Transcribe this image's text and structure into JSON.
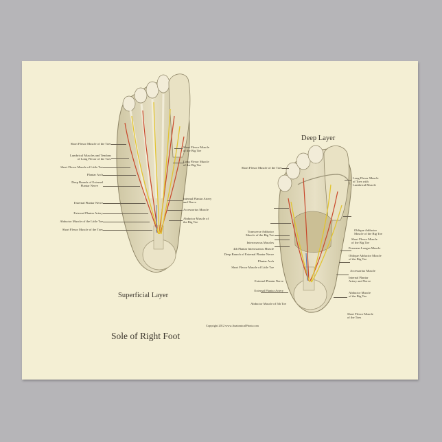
{
  "poster": {
    "title": "Sole of Right Foot",
    "copyright": "Copyright 2012 www.AnatomicalPrints.com",
    "background_color": "#f4efd4",
    "wall_color": "#b6b5b8"
  },
  "superficial": {
    "caption": "Superficial Layer",
    "left_labels": [
      "Short Flexor Muscle of the Toes",
      "Lumbrical Muscles and Tendons",
      "of Long Flexor of the Toes",
      "Short Flexor Muscle of Little Toe",
      "Plantar Arch",
      "Deep Branch of External",
      "Plantar Nerve",
      "External Plantar Nerve",
      "External Plantar Artery",
      "Abductor Muscle of the Little Toe",
      "Short Flexor Muscle of the Toes"
    ],
    "right_labels": [
      "Short Flexor Muscle",
      "of the Big Toe",
      "Long Flexor Muscle",
      "of the Big Toe",
      "Internal Plantar Artery",
      "and Nerve",
      "Accessorius Muscle",
      "Abductor Muscle of",
      "the Big Toe"
    ]
  },
  "deep": {
    "caption": "Deep Layer",
    "left_labels": [
      "Short Flexor Muscle of the Toes",
      "Transverse Adductor",
      "Muscle of the Big Toe",
      "Interosseous Muscles",
      "4th Plantar Interosseous Muscle",
      "Deep Branch of External Plantar Nerve",
      "Plantar Arch",
      "Short Flexor Muscle of Little Toe",
      "External Plantar Nerve",
      "External Plantar Artery",
      "Abductor Muscle of 5th Toe"
    ],
    "right_labels": [
      "Long Flexor Muscle",
      "of Toes with",
      "Lumbrical Muscle",
      "Oblique Adductor",
      "Muscle of the Big Toe",
      "Short Flexor Muscle",
      "of the Big Toe",
      "Peroneus Longus Muscle",
      "Oblique Adductor Muscle",
      "of the Big Toe",
      "Accessorius Muscle",
      "Internal Plantar",
      "Artery and Nerve",
      "Abductor Muscle",
      "of the Big Toe",
      "Short Flexor Muscle",
      "of the Toes"
    ]
  },
  "colors": {
    "artery": "#c8462a",
    "nerve": "#e2c431",
    "vein": "#5a78b0",
    "bone": "#f2ecd8",
    "muscle": "#d9d1b0",
    "outline": "#8d8466"
  }
}
